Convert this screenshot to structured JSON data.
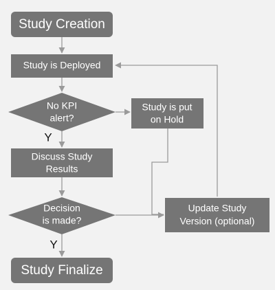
{
  "colors": {
    "background": "#f2f2f2",
    "node_fill": "#757575",
    "connector": "#9a9a9a",
    "label": "#111111"
  },
  "nodes": {
    "study_creation": {
      "shape": "rounded-rectangle",
      "label": "Study Creation"
    },
    "study_deployed": {
      "shape": "rectangle",
      "label": "Study is Deployed"
    },
    "kpi_alert": {
      "shape": "diamond",
      "lines": [
        "No KPI",
        "alert?"
      ]
    },
    "put_on_hold": {
      "shape": "rectangle",
      "lines": [
        "Study is put",
        "on Hold"
      ]
    },
    "discuss_results": {
      "shape": "rectangle",
      "lines": [
        "Discuss Study",
        "Results"
      ]
    },
    "decision_made": {
      "shape": "diamond",
      "lines": [
        "Decision",
        "is made?"
      ]
    },
    "update_version": {
      "shape": "rectangle",
      "lines": [
        "Update Study",
        "Version (optional)"
      ]
    },
    "study_finalize": {
      "shape": "rounded-rectangle",
      "label": "Study Finalize"
    }
  },
  "edge_labels": {
    "kpi_yes": "Y",
    "decision_yes": "Y"
  },
  "edges": [
    {
      "from": "study_creation",
      "to": "study_deployed"
    },
    {
      "from": "study_deployed",
      "to": "kpi_alert"
    },
    {
      "from": "kpi_alert",
      "to": "put_on_hold"
    },
    {
      "from": "kpi_alert",
      "to": "discuss_results",
      "label": "Y"
    },
    {
      "from": "discuss_results",
      "to": "decision_made"
    },
    {
      "from": "put_on_hold",
      "to": "update_version"
    },
    {
      "from": "decision_made",
      "to": "update_version"
    },
    {
      "from": "decision_made",
      "to": "study_finalize",
      "label": "Y"
    },
    {
      "from": "update_version",
      "to": "study_deployed"
    }
  ]
}
